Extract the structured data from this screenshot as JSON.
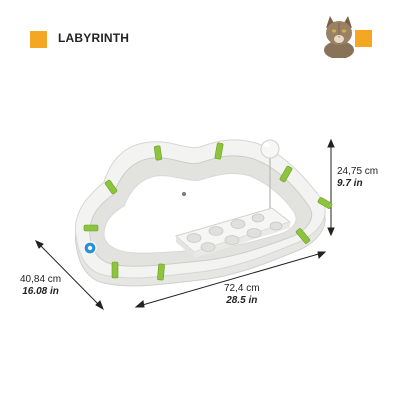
{
  "header": {
    "title": "LABYRINTH"
  },
  "colors": {
    "accent": "#f5a623",
    "toy_body": "#f1f1ef",
    "toy_green": "#8cc43c",
    "text": "#222222"
  },
  "icons": {
    "left_badge": "orange-square-icon",
    "right_badge": "orange-square-icon",
    "cat_photo": "cat-photo-icon"
  },
  "dimensions": {
    "height": {
      "metric": "24,75 cm",
      "imperial": "9.7 in"
    },
    "width": {
      "metric": "72,4 cm",
      "imperial": "28.5 in"
    },
    "depth": {
      "metric": "40,84 cm",
      "imperial": "16.08 in"
    }
  }
}
